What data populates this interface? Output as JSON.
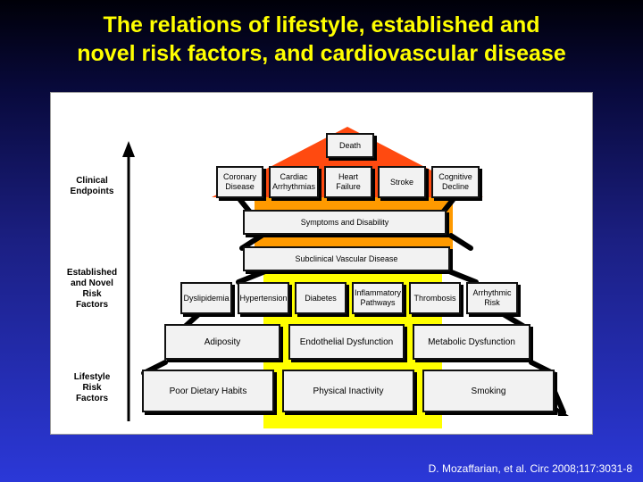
{
  "slide": {
    "title": "The relations of lifestyle, established and\nnovel risk factors, and cardiovascular disease",
    "citation": "D. Mozaffarian, et al. Circ 2008;117:3031-8"
  },
  "axis_labels": {
    "clinical": "Clinical\nEndpoints",
    "established": "Established\nand Novel\nRisk\nFactors",
    "lifestyle": "Lifestyle\nRisk\nFactors"
  },
  "levels": {
    "death": "Death",
    "endpoints": [
      "Coronary\nDisease",
      "Cardiac\nArrhythmias",
      "Heart\nFailure",
      "Stroke",
      "Cognitive\nDecline"
    ],
    "symptoms": "Symptoms and Disability",
    "subclinical": "Subclinical Vascular Disease",
    "risk_factors": [
      "Dyslipidemia",
      "Hypertension",
      "Diabetes",
      "Inflammatory\nPathways",
      "Thrombosis",
      "Arrhythmic\nRisk"
    ],
    "intermediate": [
      "Adiposity",
      "Endothelial Dysfunction",
      "Metabolic Dysfunction"
    ],
    "lifestyle": [
      "Poor Dietary Habits",
      "Physical Inactivity",
      "Smoking"
    ]
  },
  "colors": {
    "title": "#ffff00",
    "roof": "#ff4a10",
    "orange_band": "#ff9a00",
    "yellow_core": "#ffff00"
  }
}
